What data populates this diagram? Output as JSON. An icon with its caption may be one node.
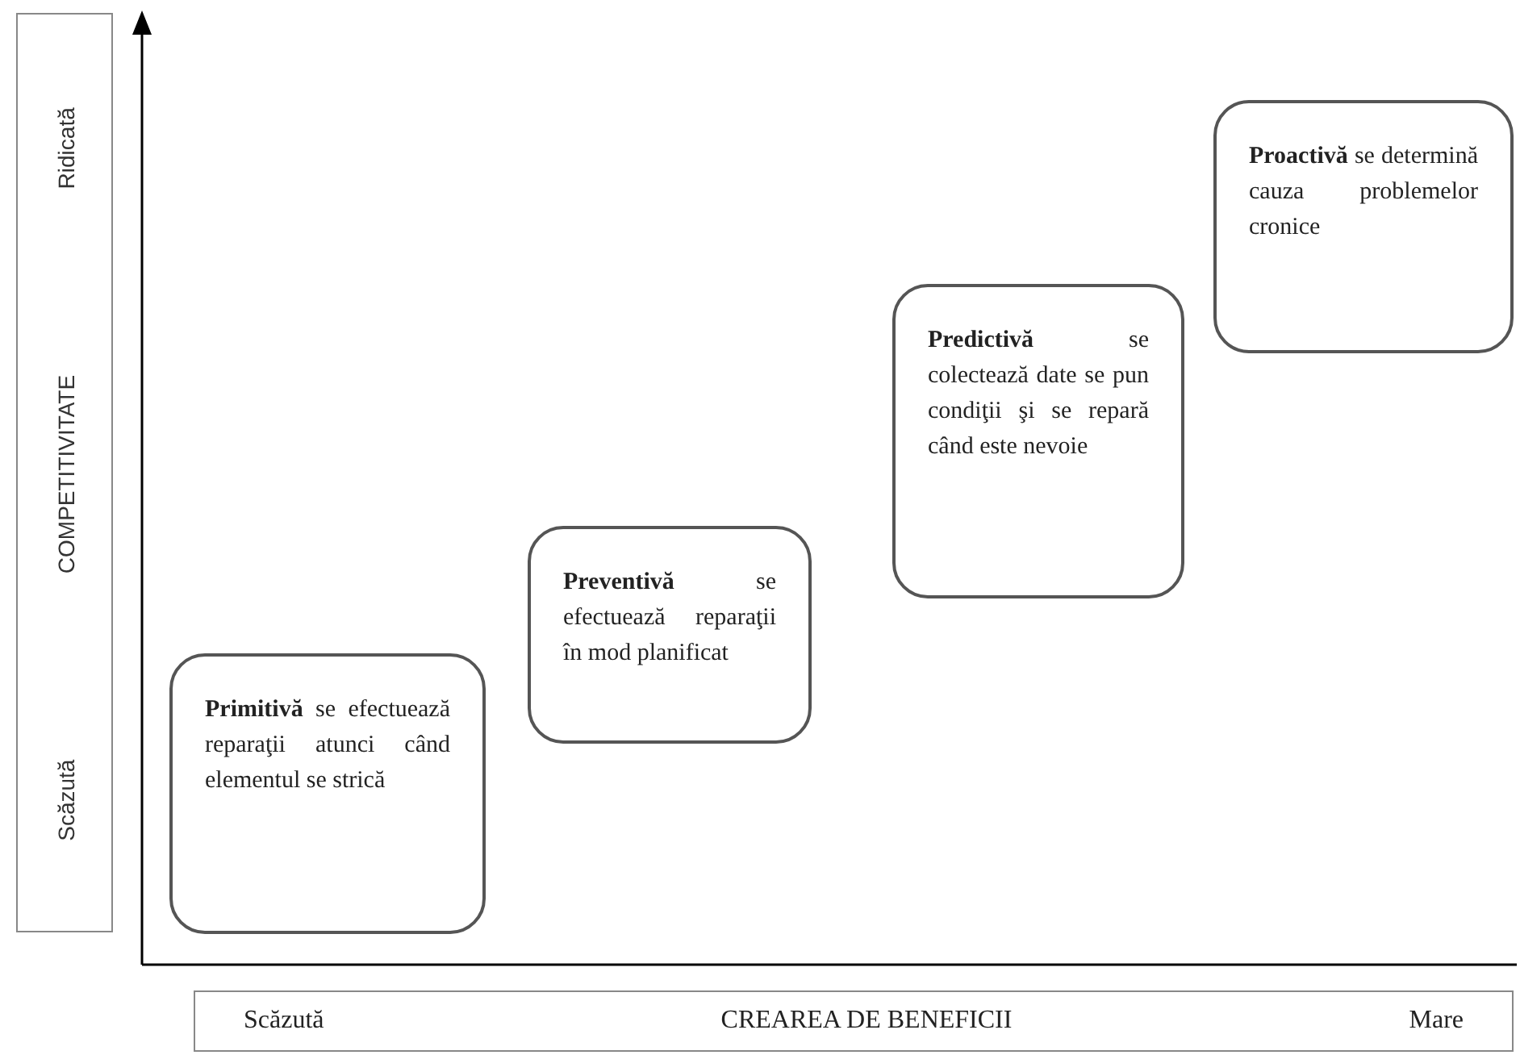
{
  "diagram": {
    "nodes": [
      {
        "text": [
          "Scăzută",
          "COMPETITIVITATE",
          "Ridicată"
        ]
      },
      {
        "text": [
          "**Primitivă** se efectuează reparaţii atunci când elementul se strică"
        ]
      },
      {
        "text": [
          "**Preventivă** se efectuează reparaţii în mod planificat"
        ]
      },
      {
        "text": [
          "**Predictivă** se colectează date se pun condiţii şi se repară când este nevoie"
        ]
      },
      {
        "text": [
          "**Proactivă** se determină cauza problemelor cronice"
        ]
      },
      {
        "text": [
          "Scăzută",
          "CREAREA DE BENEFICII",
          "Mare"
        ]
      }
    ],
    "edges": []
  }
}
